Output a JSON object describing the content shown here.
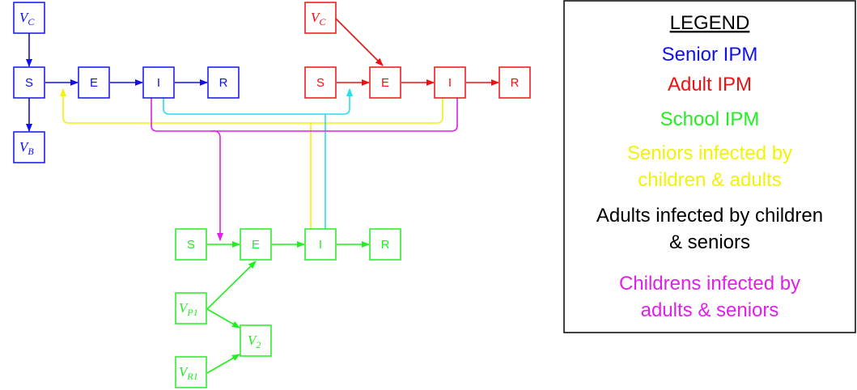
{
  "colors": {
    "senior": "#1010ee",
    "adult": "#ee1111",
    "school": "#22ee22",
    "yellow": "#f2f20a",
    "cyan": "#22e0ee",
    "magenta": "#e020e8",
    "black": "#000000"
  },
  "senior": {
    "S": "S",
    "E": "E",
    "I": "I",
    "R": "R",
    "VC": "V",
    "VC_sub": "C",
    "VB": "V",
    "VB_sub": "B"
  },
  "adult": {
    "S": "S",
    "E": "E",
    "I": "I",
    "R": "R",
    "VC": "V",
    "VC_sub": "C"
  },
  "school": {
    "S": "S",
    "E": "E",
    "I": "I",
    "R": "R",
    "VP1": "V",
    "VP1_sub": "P1",
    "VR1": "V",
    "VR1_sub": "R1",
    "V2": "V",
    "V2_sub": "2"
  },
  "legend": {
    "title": "LEGEND",
    "senior": "Senior IPM",
    "adult": "Adult IPM",
    "school": "School IPM",
    "seniors_infected_1": "Seniors infected by",
    "seniors_infected_2": "children & adults",
    "adults_infected_1": "Adults infected by children",
    "adults_infected_2": "& seniors",
    "children_infected_1": "Childrens infected by",
    "children_infected_2": "adults & seniors"
  }
}
